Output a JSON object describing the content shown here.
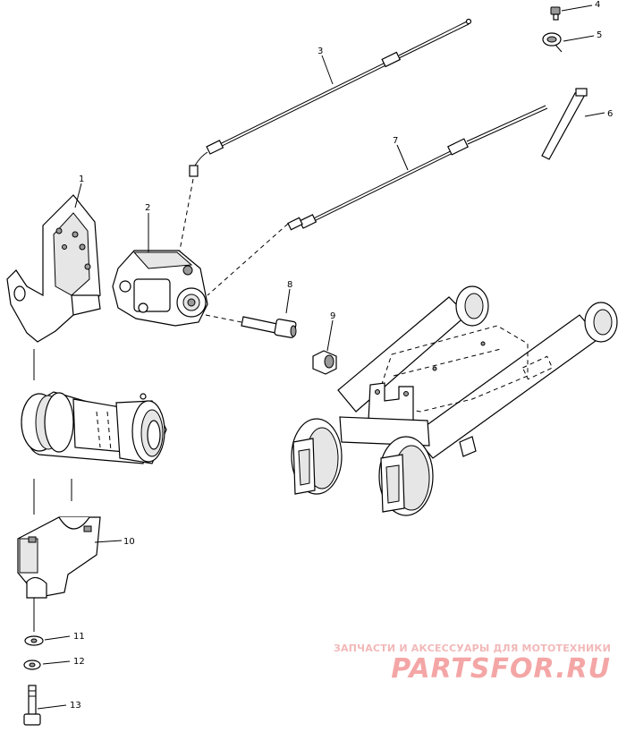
{
  "callouts": [
    {
      "id": "1",
      "label": "1"
    },
    {
      "id": "2",
      "label": "2"
    },
    {
      "id": "3",
      "label": "3"
    },
    {
      "id": "4",
      "label": "4"
    },
    {
      "id": "5",
      "label": "5"
    },
    {
      "id": "6",
      "label": "6"
    },
    {
      "id": "7",
      "label": "7"
    },
    {
      "id": "8",
      "label": "8"
    },
    {
      "id": "9",
      "label": "9"
    },
    {
      "id": "10",
      "label": "10"
    },
    {
      "id": "11",
      "label": "11"
    },
    {
      "id": "12",
      "label": "12"
    },
    {
      "id": "13",
      "label": "13"
    }
  ],
  "watermark": {
    "line1": "ЗАПЧАСТИ И АКСЕССУАРЫ ДЛЯ МОТОТЕХНИКИ",
    "line2": "PARTSFOR.RU",
    "color": "#f4a6a6"
  }
}
